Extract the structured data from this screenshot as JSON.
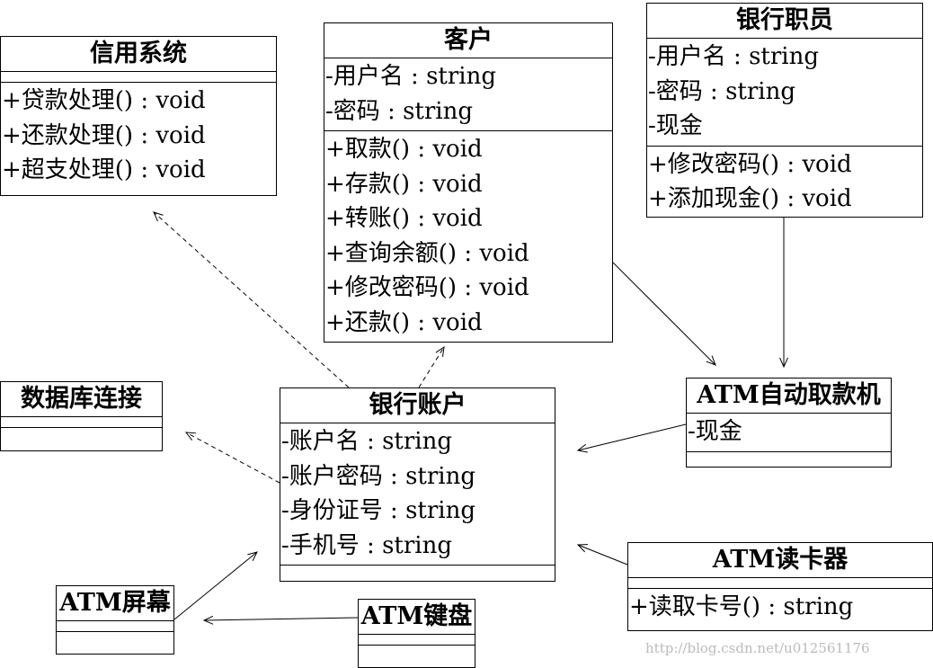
{
  "classes": {
    "credit_system": {
      "name": "信用系统",
      "attributes": [],
      "operations": [
        "+贷款处理() : void",
        "+还款处理() : void",
        "+超支处理() : void"
      ]
    },
    "customer": {
      "name": "客户",
      "attributes": [
        "-用户名 : string",
        "-密码 : string"
      ],
      "operations": [
        "+取款() : void",
        "+存款() : void",
        "+转账() : void",
        "+查询余额() : void",
        "+修改密码() : void",
        "+还款() : void"
      ]
    },
    "bank_clerk": {
      "name": "银行职员",
      "attributes": [
        "-用户名 : string",
        "-密码 : string",
        "-现金"
      ],
      "operations": [
        "+修改密码() : void",
        "+添加现金() : void"
      ]
    },
    "db_connection": {
      "name": "数据库连接",
      "attributes": [],
      "operations": []
    },
    "bank_account": {
      "name": "银行账户",
      "attributes": [
        "-账户名 : string",
        "-账户密码 : string",
        "-身份证号 : string",
        "-手机号 : string"
      ],
      "operations": []
    },
    "atm_machine": {
      "name": "ATM自动取款机",
      "attributes": [
        "-现金"
      ],
      "operations": []
    },
    "atm_card_reader": {
      "name": "ATM读卡器",
      "attributes": [],
      "operations": [
        "+读取卡号() : string"
      ]
    },
    "atm_screen": {
      "name": "ATM屏幕",
      "attributes": [],
      "operations": []
    },
    "atm_keyboard": {
      "name": "ATM键盘",
      "attributes": [],
      "operations": []
    }
  },
  "relations": [
    {
      "from": "bank_account",
      "to": "credit_system",
      "style": "dashed"
    },
    {
      "from": "bank_account",
      "to": "customer",
      "style": "dashed"
    },
    {
      "from": "bank_account",
      "to": "db_connection",
      "style": "dashed"
    },
    {
      "from": "customer",
      "to": "atm_machine",
      "style": "solid"
    },
    {
      "from": "bank_clerk",
      "to": "atm_machine",
      "style": "solid"
    },
    {
      "from": "atm_machine",
      "to": "bank_account",
      "style": "solid"
    },
    {
      "from": "atm_card_reader",
      "to": "bank_account",
      "style": "solid"
    },
    {
      "from": "atm_screen",
      "to": "bank_account",
      "style": "solid"
    },
    {
      "from": "atm_keyboard",
      "to": "atm_screen",
      "style": "solid"
    }
  ],
  "watermark": "http://blog.csdn.net/u012561176"
}
